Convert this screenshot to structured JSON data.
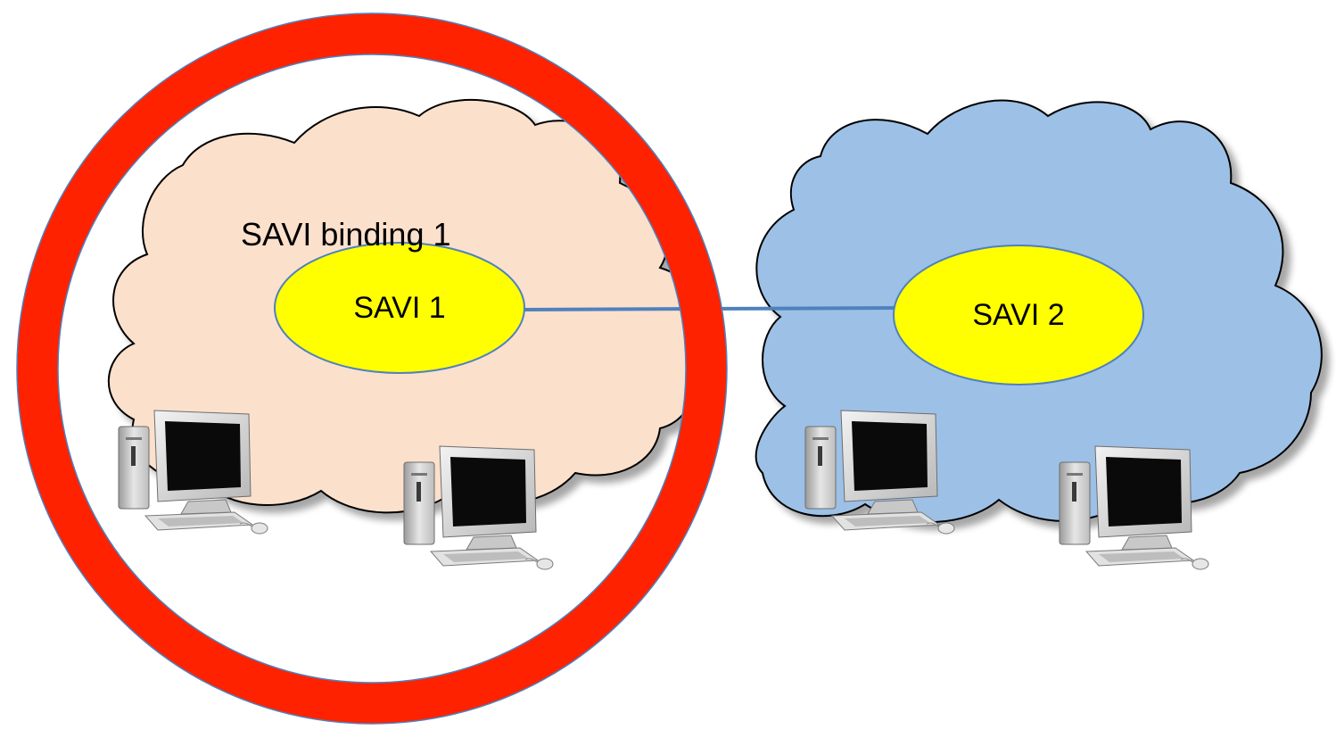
{
  "colors": {
    "highlight_ring": "#ff2200",
    "ring_outline": "#4f81bd",
    "cloud_left": "#fbe0cc",
    "cloud_right": "#9dc0e6",
    "node_fill": "#ffff00",
    "link": "#4f81bd"
  },
  "diagram": {
    "binding_label": "SAVI binding 1",
    "nodes": [
      {
        "label": "SAVI 1"
      },
      {
        "label": "SAVI 2"
      }
    ],
    "hosts": [
      {
        "icon": "desktop-computer-icon"
      },
      {
        "icon": "desktop-computer-icon"
      },
      {
        "icon": "desktop-computer-icon"
      },
      {
        "icon": "desktop-computer-icon"
      }
    ]
  }
}
